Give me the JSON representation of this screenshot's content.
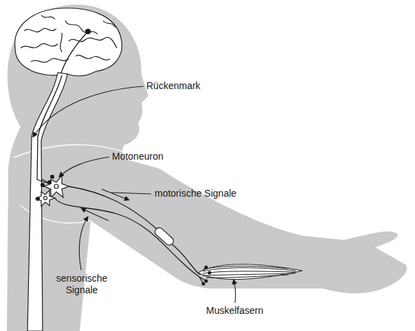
{
  "diagram": {
    "labels": [
      "Rückenmark",
      "Motoneuron",
      "motorische Signale",
      "sensorische Signale",
      "Muskelfasern"
    ]
  }
}
